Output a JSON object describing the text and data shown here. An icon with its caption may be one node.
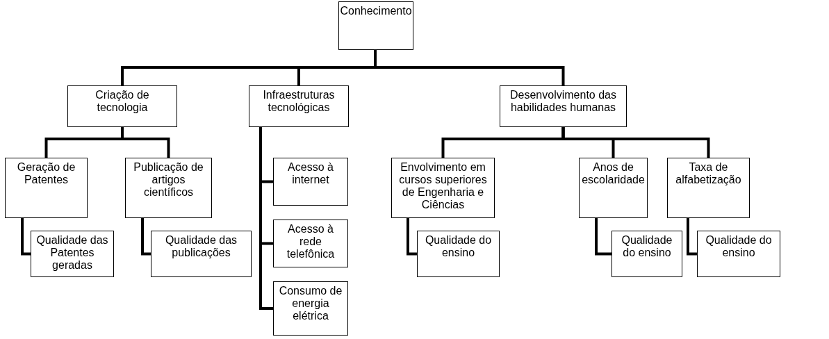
{
  "diagram": {
    "nodes": [
      {
        "text": [
          "Conhecimento"
        ]
      },
      {
        "text": [
          "Criação de tecnologia"
        ]
      },
      {
        "text": [
          "Infraestruturas tecnológicas"
        ]
      },
      {
        "text": [
          "Desenvolvimento das habilidades humanas"
        ]
      },
      {
        "text": [
          "Geração de Patentes"
        ]
      },
      {
        "text": [
          "Publicação de artigos científicos"
        ]
      },
      {
        "text": [
          "Qualidade das Patentes geradas"
        ]
      },
      {
        "text": [
          "Qualidade das publicações"
        ]
      },
      {
        "text": [
          "Acesso à internet"
        ]
      },
      {
        "text": [
          "Acesso à rede telefônica"
        ]
      },
      {
        "text": [
          "Consumo de energia elétrica"
        ]
      },
      {
        "text": [
          "Envolvimento em cursos superiores de Engenharia e Ciências"
        ]
      },
      {
        "text": [
          "Anos de escolaridade"
        ]
      },
      {
        "text": [
          "Taxa de alfabetização"
        ]
      },
      {
        "text": [
          "Qualidade do ensino"
        ]
      },
      {
        "text": [
          "Qualidade do ensino"
        ]
      },
      {
        "text": [
          "Qualidade do ensino"
        ]
      }
    ],
    "edges": [
      {
        "from": 0,
        "to": 1,
        "arrow": "none"
      },
      {
        "from": 0,
        "to": 2,
        "arrow": "none"
      },
      {
        "from": 0,
        "to": 3,
        "arrow": "none"
      },
      {
        "from": 1,
        "to": 4,
        "arrow": "none"
      },
      {
        "from": 1,
        "to": 5,
        "arrow": "none"
      },
      {
        "from": 2,
        "to": 8,
        "arrow": "none"
      },
      {
        "from": 2,
        "to": 9,
        "arrow": "none"
      },
      {
        "from": 2,
        "to": 10,
        "arrow": "none"
      },
      {
        "from": 3,
        "to": 11,
        "arrow": "none"
      },
      {
        "from": 3,
        "to": 12,
        "arrow": "none"
      },
      {
        "from": 3,
        "to": 13,
        "arrow": "none"
      },
      {
        "from": 4,
        "to": 6,
        "arrow": "none"
      },
      {
        "from": 5,
        "to": 7,
        "arrow": "none"
      },
      {
        "from": 11,
        "to": 14,
        "arrow": "none"
      },
      {
        "from": 12,
        "to": 15,
        "arrow": "none"
      },
      {
        "from": 13,
        "to": 16,
        "arrow": "none"
      }
    ]
  }
}
